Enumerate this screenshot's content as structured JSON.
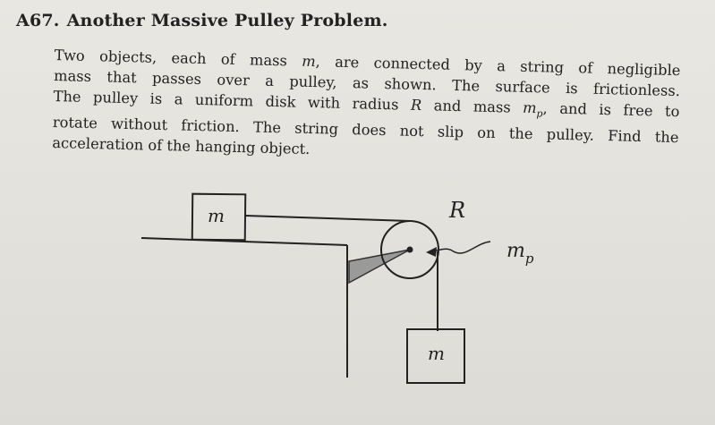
{
  "problem": {
    "number": "A67.",
    "title": "Another Massive Pulley Problem."
  },
  "text": {
    "line1": [
      "Two",
      "objects,",
      "each",
      "of",
      "mass",
      "m,",
      "are",
      "connected",
      "by",
      "a",
      "string",
      "of",
      "negligible"
    ],
    "line2": [
      "mass",
      "that",
      "passes",
      "over",
      "a",
      "pulley,",
      "as",
      "shown.",
      "The",
      "surface",
      "is",
      "frictionless."
    ],
    "line3": [
      "The",
      "pulley",
      "is",
      "a",
      "uniform",
      "disk",
      "with",
      "radius",
      "R",
      "and",
      "mass",
      "m_p,",
      "and",
      "is",
      "free",
      "to"
    ],
    "line4": [
      "rotate",
      "without",
      "friction.",
      "The",
      "string",
      "does",
      "not",
      "slip",
      "on",
      "the",
      "pulley.",
      "Find",
      "the"
    ],
    "line5": "acceleration of the hanging object."
  },
  "diagram": {
    "block_top_label": "m",
    "block_hanging_label": "m",
    "radius_label": "R",
    "pulley_mass_label": "m",
    "pulley_mass_subscript": "p"
  }
}
